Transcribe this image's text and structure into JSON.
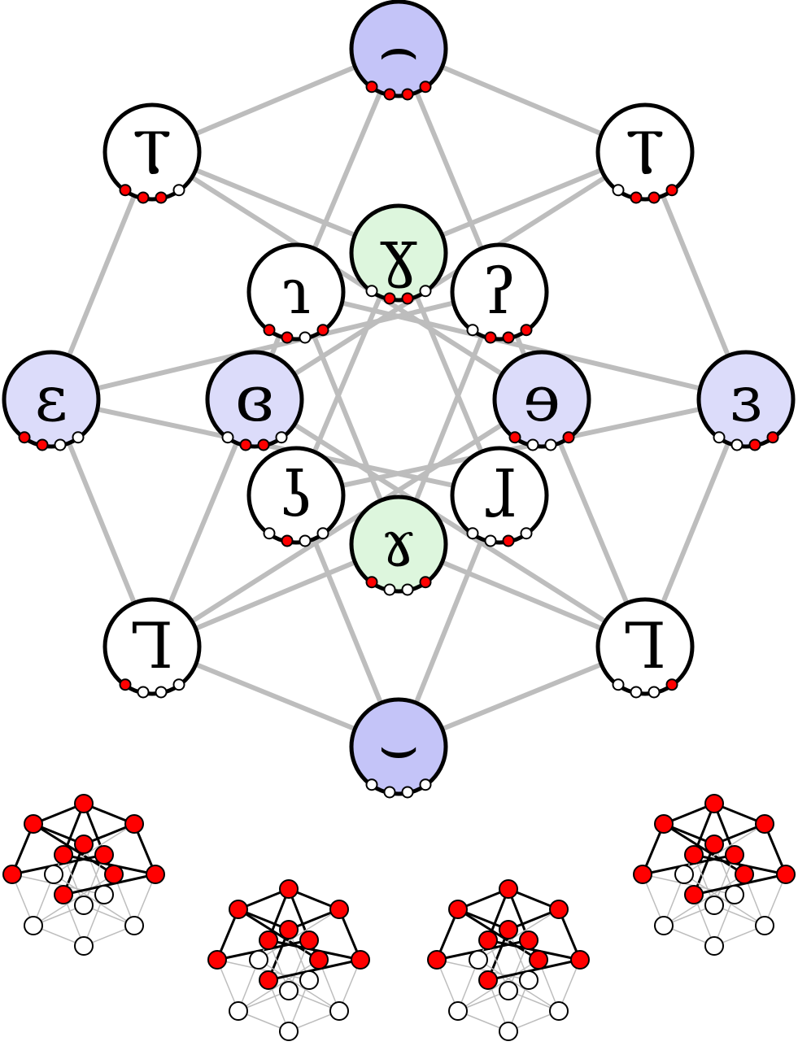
{
  "colors": {
    "edge": "#bdbdbd",
    "stroke": "#000000",
    "node_white": "#ffffff",
    "node_blue": "#c4c4f8",
    "node_lavender": "#dcdcfa",
    "node_green": "#ddf6dd",
    "dot_red": "#ff0000",
    "dot_white": "#ffffff",
    "mini_edge_dark": "#000000",
    "mini_edge_light": "#bdbdbd"
  },
  "nodes": [
    {
      "id": "top",
      "glyph": "⌢",
      "fill": "blue",
      "dots": "1111",
      "dot_side": "bottom"
    },
    {
      "id": "ul",
      "glyph": "Ⲧ",
      "fill": "white",
      "dots": "1110",
      "dot_side": "bottom"
    },
    {
      "id": "ur",
      "glyph": "Ⲧ",
      "fill": "white",
      "dots": "0111",
      "dot_side": "bottom"
    },
    {
      "id": "mtop",
      "glyph": "ɣ",
      "fill": "green",
      "dots": "0110",
      "dot_side": "bottom"
    },
    {
      "id": "il",
      "glyph": "ɿ",
      "fill": "white",
      "dots": "1101",
      "dot_side": "bottom"
    },
    {
      "id": "ir",
      "glyph": "ʔ",
      "fill": "white",
      "dots": "0111",
      "dot_side": "bottom"
    },
    {
      "id": "l",
      "glyph": "ɛ",
      "fill": "lavender",
      "dots": "1100",
      "dot_side": "bottom"
    },
    {
      "id": "cl",
      "glyph": "ɞ",
      "fill": "lavender",
      "dots": "0110",
      "dot_side": "bottom"
    },
    {
      "id": "cr",
      "glyph": "ɘ",
      "fill": "lavender",
      "dots": "1001",
      "dot_side": "bottom"
    },
    {
      "id": "r",
      "glyph": "ɜ",
      "fill": "lavender",
      "dots": "0011",
      "dot_side": "bottom"
    },
    {
      "id": "bl2",
      "glyph": "ʖ",
      "fill": "white",
      "dots": "0100",
      "dot_side": "bottom"
    },
    {
      "id": "br2",
      "glyph": "ɺ",
      "fill": "white",
      "dots": "0010",
      "dot_side": "bottom"
    },
    {
      "id": "mbot",
      "glyph": "ɤ",
      "fill": "green",
      "dots": "1001",
      "dot_side": "bottom"
    },
    {
      "id": "ll",
      "glyph": "Ꞁ",
      "fill": "white",
      "dots": "1000",
      "dot_side": "bottom"
    },
    {
      "id": "lr",
      "glyph": "Ꞁ",
      "fill": "white",
      "dots": "0001",
      "dot_side": "bottom"
    },
    {
      "id": "bot",
      "glyph": "⌣",
      "fill": "blue",
      "dots": "0000",
      "dot_side": "bottom"
    }
  ],
  "edges": [
    [
      "top",
      "ul"
    ],
    [
      "top",
      "ur"
    ],
    [
      "top",
      "il"
    ],
    [
      "top",
      "ir"
    ],
    [
      "ul",
      "mtop"
    ],
    [
      "ul",
      "l"
    ],
    [
      "ul",
      "cr"
    ],
    [
      "ur",
      "mtop"
    ],
    [
      "ur",
      "r"
    ],
    [
      "ur",
      "cl"
    ],
    [
      "mtop",
      "bl2"
    ],
    [
      "mtop",
      "br2"
    ],
    [
      "il",
      "r"
    ],
    [
      "il",
      "mbot"
    ],
    [
      "ir",
      "l"
    ],
    [
      "ir",
      "mbot"
    ],
    [
      "l",
      "ll"
    ],
    [
      "l",
      "br2"
    ],
    [
      "cl",
      "ll"
    ],
    [
      "cl",
      "lr"
    ],
    [
      "cr",
      "ll"
    ],
    [
      "cr",
      "lr"
    ],
    [
      "r",
      "lr"
    ],
    [
      "r",
      "bl2"
    ],
    [
      "bl2",
      "bot"
    ],
    [
      "br2",
      "bot"
    ],
    [
      "mbot",
      "ll"
    ],
    [
      "mbot",
      "lr"
    ],
    [
      "ll",
      "bot"
    ],
    [
      "lr",
      "bot"
    ],
    [
      "cl",
      "il"
    ],
    [
      "cr",
      "ir"
    ]
  ],
  "mini_graphs": [
    {
      "id": "mini-1",
      "red": [
        0,
        1,
        2,
        3,
        4,
        5,
        6,
        8,
        9,
        10
      ]
    },
    {
      "id": "mini-2",
      "red": [
        0,
        1,
        2,
        3,
        4,
        5,
        6,
        8,
        9,
        10
      ]
    },
    {
      "id": "mini-3",
      "red": [
        0,
        1,
        2,
        3,
        4,
        5,
        6,
        8,
        9,
        10
      ]
    },
    {
      "id": "mini-4",
      "red": [
        0,
        1,
        2,
        3,
        4,
        5,
        6,
        8,
        9,
        10
      ]
    }
  ]
}
